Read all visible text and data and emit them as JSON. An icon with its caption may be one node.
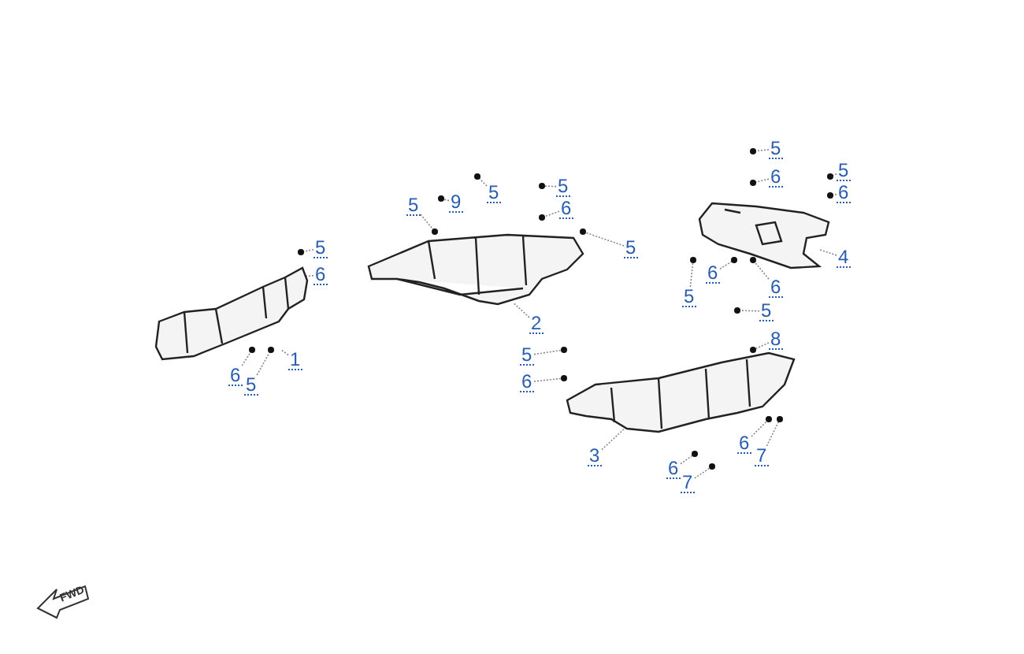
{
  "diagram": {
    "nodes": [
      {
        "text": [],
        "shape": "picture"
      },
      {
        "text": [],
        "shape": "picture"
      },
      {
        "text": [],
        "shape": "picture"
      },
      {
        "text": [],
        "shape": "picture"
      },
      {
        "text": [
          "5"
        ]
      },
      {
        "text": [
          "6"
        ]
      },
      {
        "text": [
          "1"
        ]
      },
      {
        "text": [
          "6"
        ]
      },
      {
        "text": [
          "5"
        ]
      },
      {
        "text": [
          "5"
        ]
      },
      {
        "text": [
          "9"
        ]
      },
      {
        "text": [
          "5"
        ]
      },
      {
        "text": [
          "5"
        ]
      },
      {
        "text": [
          "6"
        ]
      },
      {
        "text": [
          "5"
        ]
      },
      {
        "text": [
          "2"
        ]
      },
      {
        "text": [
          "5"
        ]
      },
      {
        "text": [
          "6"
        ]
      },
      {
        "text": [
          "5"
        ]
      },
      {
        "text": [
          "6"
        ]
      },
      {
        "text": [
          "4"
        ]
      },
      {
        "text": [
          "6"
        ]
      },
      {
        "text": [
          "5"
        ]
      },
      {
        "text": [
          "6"
        ]
      },
      {
        "text": [
          "5"
        ]
      },
      {
        "text": [
          "8"
        ]
      },
      {
        "text": [
          "5"
        ]
      },
      {
        "text": [
          "6"
        ]
      },
      {
        "text": [
          "3"
        ]
      },
      {
        "text": [
          "6"
        ]
      },
      {
        "text": [
          "7"
        ]
      },
      {
        "text": [
          "6"
        ]
      },
      {
        "text": [
          "7"
        ]
      }
    ],
    "edges": [
      {
        "from": 4,
        "to": null,
        "arrow": "none"
      },
      {
        "from": 5,
        "to": 0,
        "arrow": "none"
      },
      {
        "from": 6,
        "to": 0,
        "arrow": "none"
      },
      {
        "from": 7,
        "to": 0,
        "arrow": "none"
      },
      {
        "from": 8,
        "to": 0,
        "arrow": "none"
      },
      {
        "from": 9,
        "to": 1,
        "arrow": "none"
      },
      {
        "from": 10,
        "to": null,
        "arrow": "none"
      },
      {
        "from": 11,
        "to": null,
        "arrow": "none"
      },
      {
        "from": 12,
        "to": null,
        "arrow": "none"
      },
      {
        "from": 13,
        "to": null,
        "arrow": "none"
      },
      {
        "from": 14,
        "to": 1,
        "arrow": "none"
      },
      {
        "from": 15,
        "to": 1,
        "arrow": "none"
      },
      {
        "from": 16,
        "to": null,
        "arrow": "none"
      },
      {
        "from": 17,
        "to": null,
        "arrow": "none"
      },
      {
        "from": 18,
        "to": null,
        "arrow": "none"
      },
      {
        "from": 19,
        "to": null,
        "arrow": "none"
      },
      {
        "from": 20,
        "to": 3,
        "arrow": "none"
      },
      {
        "from": 21,
        "to": 3,
        "arrow": "none"
      },
      {
        "from": 22,
        "to": 3,
        "arrow": "none"
      },
      {
        "from": 23,
        "to": 3,
        "arrow": "none"
      },
      {
        "from": 24,
        "to": null,
        "arrow": "none"
      },
      {
        "from": 25,
        "to": 2,
        "arrow": "none"
      },
      {
        "from": 26,
        "to": 2,
        "arrow": "none"
      },
      {
        "from": 27,
        "to": 2,
        "arrow": "none"
      },
      {
        "from": 28,
        "to": 2,
        "arrow": "none"
      },
      {
        "from": 29,
        "to": 2,
        "arrow": "none"
      },
      {
        "from": 30,
        "to": 2,
        "arrow": "none"
      },
      {
        "from": 31,
        "to": null,
        "arrow": "none"
      },
      {
        "from": 32,
        "to": null,
        "arrow": "none"
      }
    ],
    "labels": [
      "FWD"
    ]
  }
}
